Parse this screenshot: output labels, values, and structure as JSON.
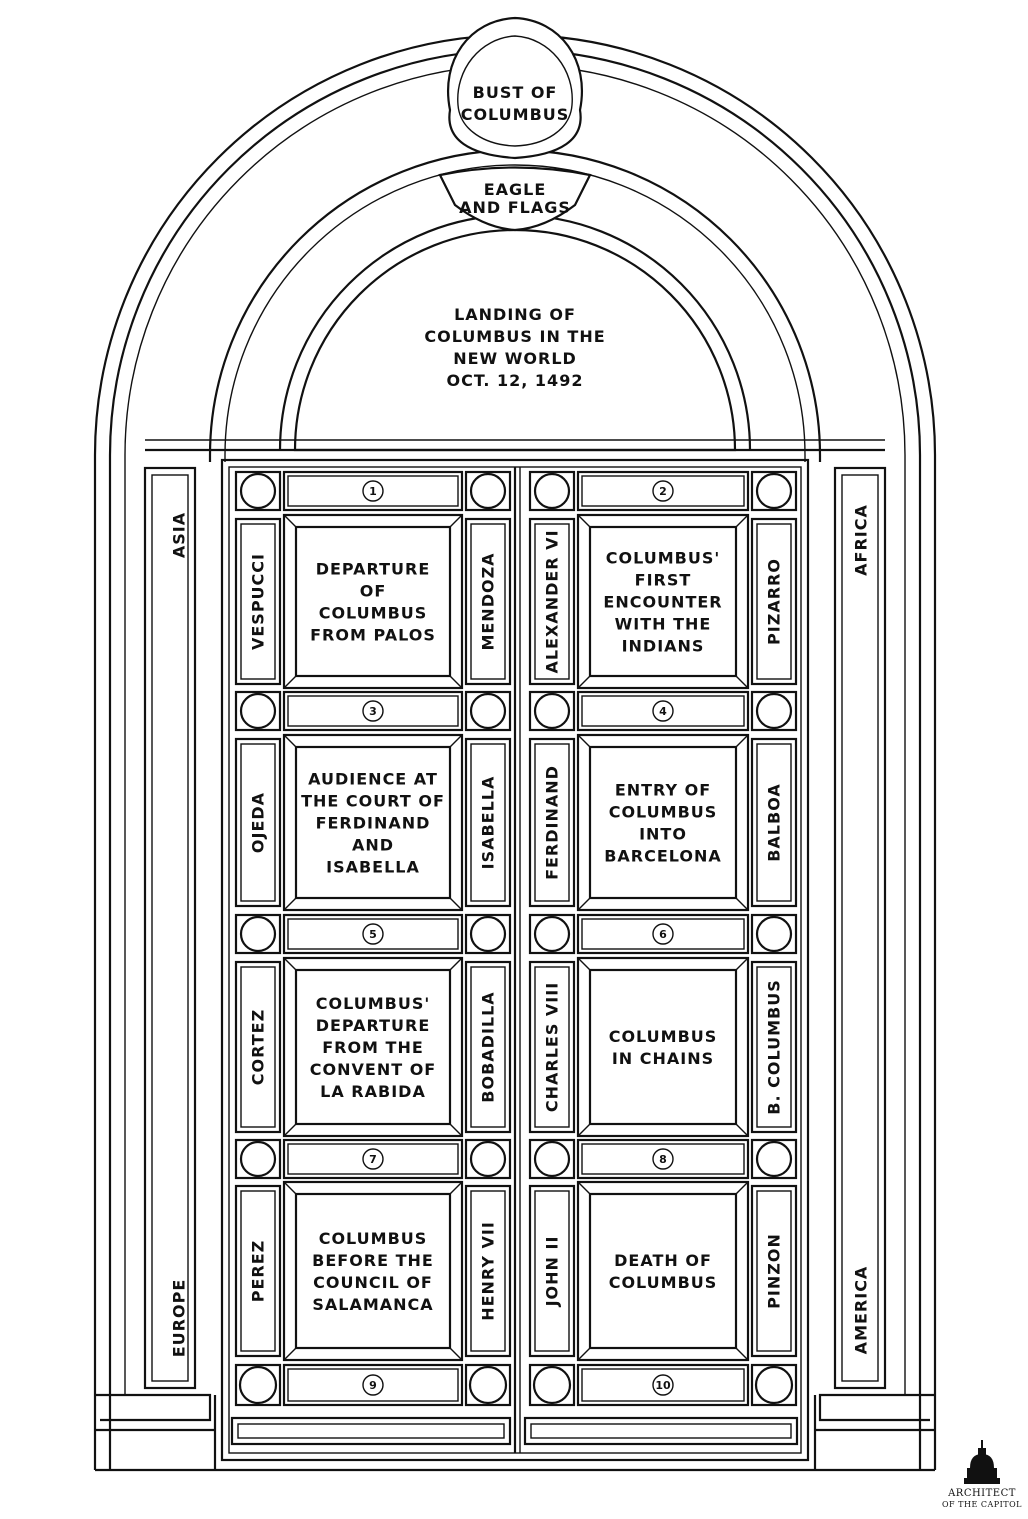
{
  "crown": {
    "bust": [
      "BUST OF",
      "COLUMBUS"
    ],
    "eagle": [
      "EAGLE",
      "AND FLAGS"
    ]
  },
  "tympanum": [
    "LANDING OF",
    "COLUMBUS IN THE",
    "NEW WORLD",
    "OCT. 12, 1492"
  ],
  "continents": {
    "asia": "ASIA",
    "europe": "EUROPE",
    "africa": "AFRICA",
    "america": "AMERICA"
  },
  "numbers": [
    "1",
    "2",
    "3",
    "4",
    "5",
    "6",
    "7",
    "8",
    "9",
    "10"
  ],
  "left_door": [
    {
      "left": "VESPUCCI",
      "panel": [
        "DEPARTURE",
        "OF",
        "COLUMBUS",
        "FROM PALOS"
      ],
      "right": "MENDOZA"
    },
    {
      "left": "OJEDA",
      "panel": [
        "AUDIENCE AT",
        "THE COURT OF",
        "FERDINAND",
        "AND",
        "ISABELLA"
      ],
      "right": "ISABELLA"
    },
    {
      "left": "CORTEZ",
      "panel": [
        "COLUMBUS'",
        "DEPARTURE",
        "FROM THE",
        "CONVENT OF",
        "LA RABIDA"
      ],
      "right": "BOBADILLA"
    },
    {
      "left": "PEREZ",
      "panel": [
        "COLUMBUS",
        "BEFORE THE",
        "COUNCIL OF",
        "SALAMANCA"
      ],
      "right": "HENRY VII"
    }
  ],
  "right_door": [
    {
      "left": "ALEXANDER VI",
      "panel": [
        "COLUMBUS'",
        "FIRST",
        "ENCOUNTER",
        "WITH THE",
        "INDIANS"
      ],
      "right": "PIZARRO"
    },
    {
      "left": "FERDINAND",
      "panel": [
        "ENTRY OF",
        "COLUMBUS",
        "INTO",
        "BARCELONA"
      ],
      "right": "BALBOA"
    },
    {
      "left": "CHARLES VIII",
      "panel": [
        "COLUMBUS",
        "IN CHAINS"
      ],
      "right": "B. COLUMBUS"
    },
    {
      "left": "JOHN II",
      "panel": [
        "DEATH OF",
        "COLUMBUS"
      ],
      "right": "PINZON"
    }
  ],
  "logo": {
    "line1": "ARCHITECT",
    "line2": "OF THE CAPITOL"
  }
}
